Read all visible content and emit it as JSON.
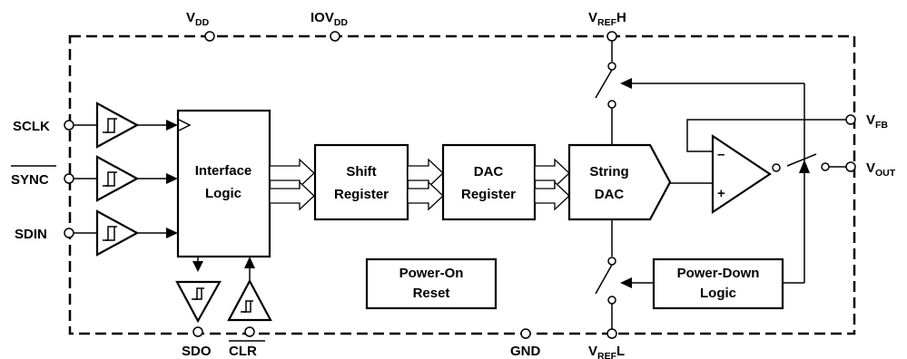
{
  "pins": {
    "vdd": {
      "main": "V",
      "sub": "DD"
    },
    "iovdd": {
      "main": "IOV",
      "sub": "DD"
    },
    "vrefh": {
      "main": "V",
      "sub": "REF",
      "suffix": "H"
    },
    "vrefl": {
      "main": "V",
      "sub": "REF",
      "suffix": "L"
    },
    "sclk": "SCLK",
    "sync": "SYNC",
    "sdin": "SDIN",
    "sdo": "SDO",
    "clr": "CLR",
    "gnd": "GND",
    "vfb": {
      "main": "V",
      "sub": "FB"
    },
    "vout": {
      "main": "V",
      "sub": "OUT"
    }
  },
  "blocks": {
    "interface_logic": [
      "Interface",
      "Logic"
    ],
    "shift_register": [
      "Shift",
      "Register"
    ],
    "dac_register": [
      "DAC",
      "Register"
    ],
    "string_dac": [
      "String",
      "DAC"
    ],
    "power_on_reset": [
      "Power-On",
      "Reset"
    ],
    "power_down_logic": [
      "Power-Down",
      "Logic"
    ]
  },
  "opamp": {
    "minus": "–",
    "plus": "+"
  }
}
